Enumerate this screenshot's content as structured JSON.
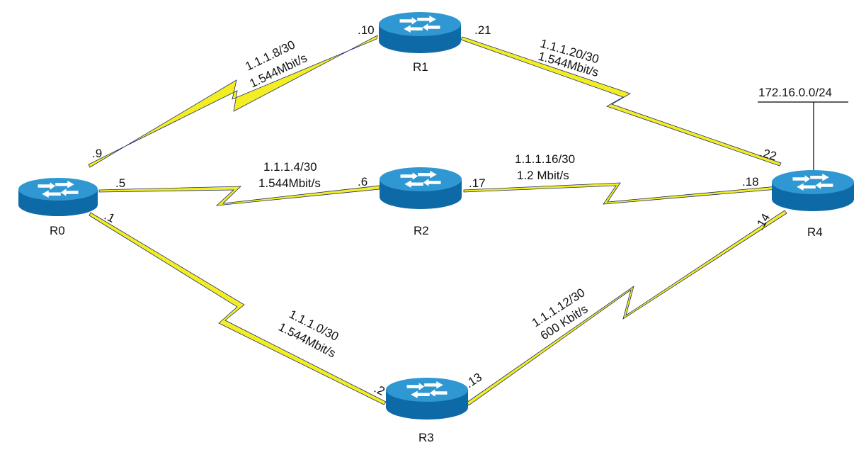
{
  "colors": {
    "serial_link": "#f2ee22",
    "link_edge": "#1f2a6b",
    "router_top": "#2f97d1",
    "router_side": "#0d6aa6",
    "router_arrows": "#ffffff",
    "lan_line": "#000000"
  },
  "routers": {
    "r0": {
      "name": "R0"
    },
    "r1": {
      "name": "R1"
    },
    "r2": {
      "name": "R2"
    },
    "r3": {
      "name": "R3"
    },
    "r4": {
      "name": "R4"
    }
  },
  "links": {
    "r0_r1": {
      "network": "1.1.1.8/30",
      "bandwidth": "1.544Mbit/s",
      "iface_a": ".9",
      "iface_b": ".10"
    },
    "r0_r2": {
      "network": "1.1.1.4/30",
      "bandwidth": "1.544Mbit/s",
      "iface_a": ".5",
      "iface_b": ".6"
    },
    "r0_r3": {
      "network": "1.1.1.0/30",
      "bandwidth": "1.544Mbit/s",
      "iface_a": ".1",
      "iface_b": ".2"
    },
    "r1_r4": {
      "network": "1.1.1.20/30",
      "bandwidth": "1.544Mbit/s",
      "iface_a": ".21",
      "iface_b": ".22"
    },
    "r2_r4": {
      "network": "1.1.1.16/30",
      "bandwidth": "1.2 Mbit/s",
      "iface_a": ".17",
      "iface_b": ".18"
    },
    "r3_r4": {
      "network": "1.1.1.12/30",
      "bandwidth": "600 Kbit/s",
      "iface_a": ".13",
      "iface_b": ".14"
    }
  },
  "lan": {
    "network": "172.16.0.0/24"
  }
}
